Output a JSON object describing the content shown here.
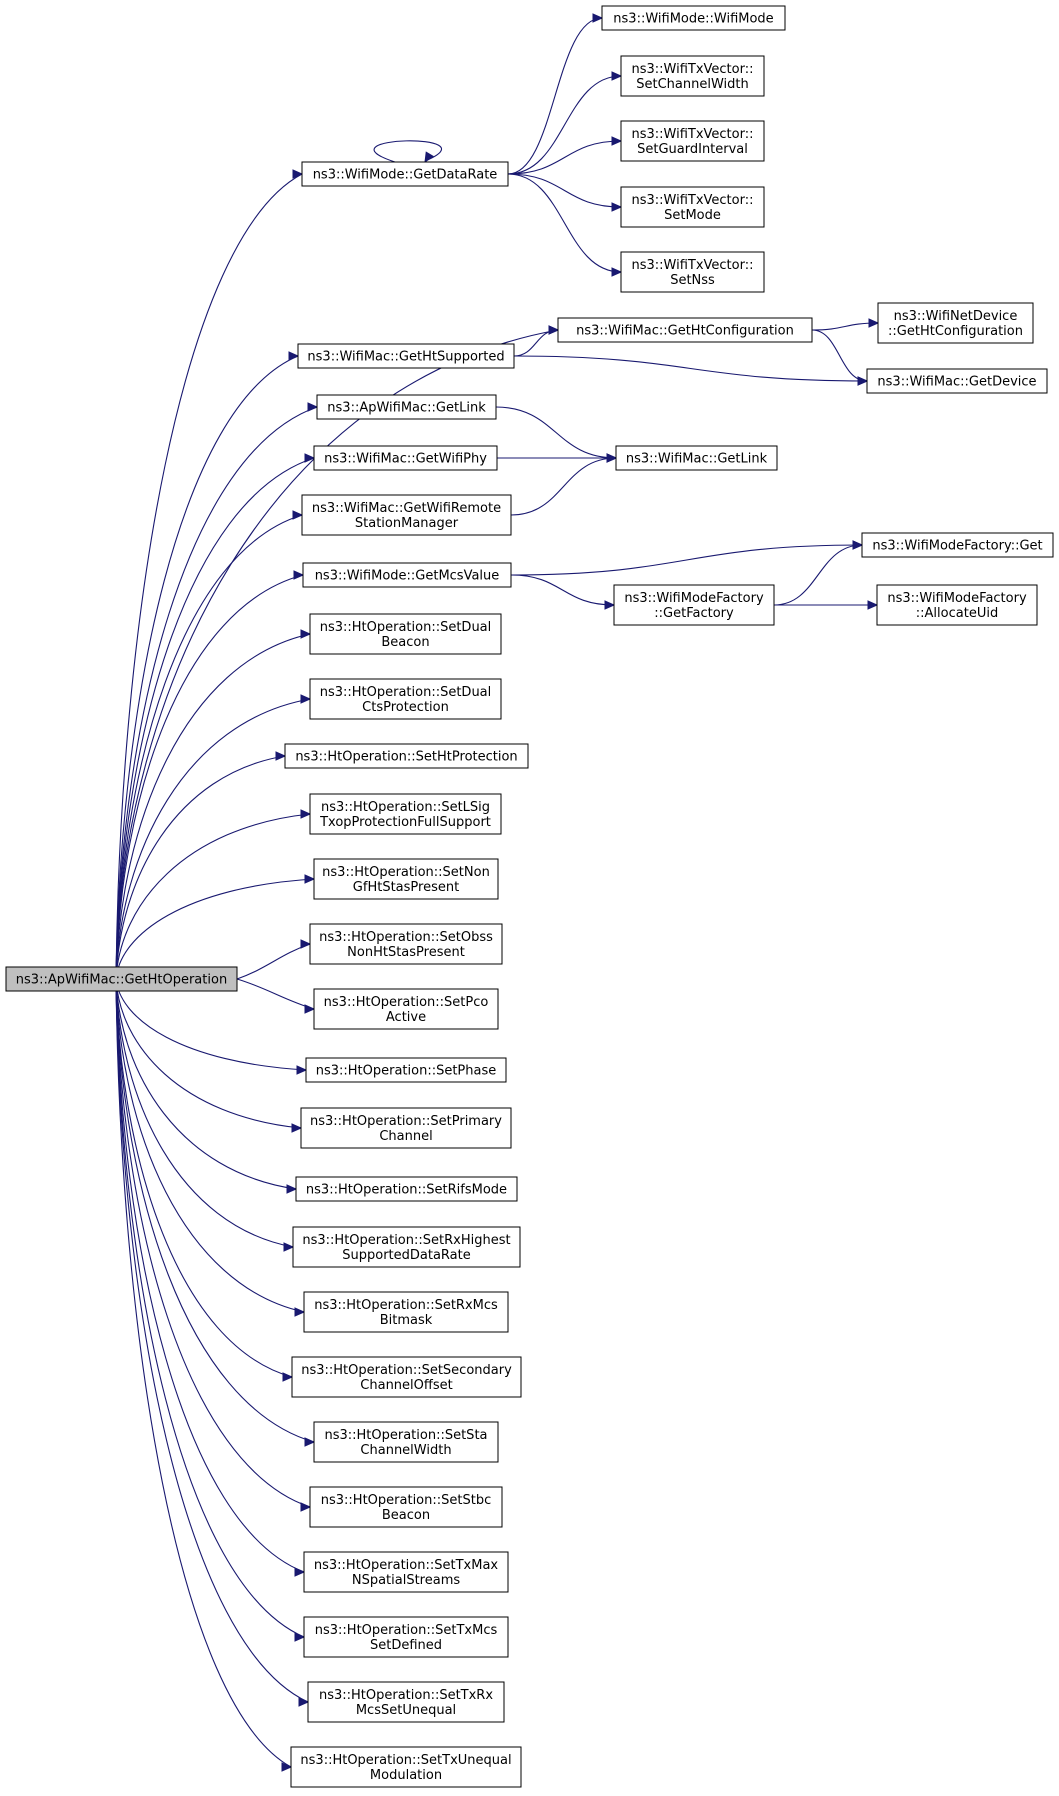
{
  "graph": {
    "edge_color": "#191970",
    "root_fill": "#bfbfbf",
    "nodes": [
      {
        "id": "root",
        "lines": [
          "ns3::ApWifiMac::GetHtOperation"
        ],
        "root": true
      },
      {
        "id": "getDataRate",
        "lines": [
          "ns3::WifiMode::GetDataRate"
        ]
      },
      {
        "id": "wifiMode",
        "lines": [
          "ns3::WifiMode::WifiMode"
        ]
      },
      {
        "id": "setChannelWidth",
        "lines": [
          "ns3::WifiTxVector::",
          "SetChannelWidth"
        ]
      },
      {
        "id": "setGuardInterval",
        "lines": [
          "ns3::WifiTxVector::",
          "SetGuardInterval"
        ]
      },
      {
        "id": "setMode",
        "lines": [
          "ns3::WifiTxVector::",
          "SetMode"
        ]
      },
      {
        "id": "setNss",
        "lines": [
          "ns3::WifiTxVector::",
          "SetNss"
        ]
      },
      {
        "id": "getHtConfiguration",
        "lines": [
          "ns3::WifiMac::GetHtConfiguration"
        ]
      },
      {
        "id": "netDevGetHtConfig",
        "lines": [
          "ns3::WifiNetDevice",
          "::GetHtConfiguration"
        ]
      },
      {
        "id": "getHtSupported",
        "lines": [
          "ns3::WifiMac::GetHtSupported"
        ]
      },
      {
        "id": "getDevice",
        "lines": [
          "ns3::WifiMac::GetDevice"
        ]
      },
      {
        "id": "apGetLink",
        "lines": [
          "ns3::ApWifiMac::GetLink"
        ]
      },
      {
        "id": "getWifiPhy",
        "lines": [
          "ns3::WifiMac::GetWifiPhy"
        ]
      },
      {
        "id": "getLink",
        "lines": [
          "ns3::WifiMac::GetLink"
        ]
      },
      {
        "id": "getRsm",
        "lines": [
          "ns3::WifiMac::GetWifiRemote",
          "StationManager"
        ]
      },
      {
        "id": "getMcsValue",
        "lines": [
          "ns3::WifiMode::GetMcsValue"
        ]
      },
      {
        "id": "factoryGet",
        "lines": [
          "ns3::WifiModeFactory::Get"
        ]
      },
      {
        "id": "getFactory",
        "lines": [
          "ns3::WifiModeFactory",
          "::GetFactory"
        ]
      },
      {
        "id": "allocateUid",
        "lines": [
          "ns3::WifiModeFactory",
          "::AllocateUid"
        ]
      },
      {
        "id": "setDualBeacon",
        "lines": [
          "ns3::HtOperation::SetDual",
          "Beacon"
        ]
      },
      {
        "id": "setDualCts",
        "lines": [
          "ns3::HtOperation::SetDual",
          "CtsProtection"
        ]
      },
      {
        "id": "setHtProtection",
        "lines": [
          "ns3::HtOperation::SetHtProtection"
        ]
      },
      {
        "id": "setLSig",
        "lines": [
          "ns3::HtOperation::SetLSig",
          "TxopProtectionFullSupport"
        ]
      },
      {
        "id": "setNonGf",
        "lines": [
          "ns3::HtOperation::SetNon",
          "GfHtStasPresent"
        ]
      },
      {
        "id": "setObss",
        "lines": [
          "ns3::HtOperation::SetObss",
          "NonHtStasPresent"
        ]
      },
      {
        "id": "setPco",
        "lines": [
          "ns3::HtOperation::SetPco",
          "Active"
        ]
      },
      {
        "id": "setPhase",
        "lines": [
          "ns3::HtOperation::SetPhase"
        ]
      },
      {
        "id": "setPrimary",
        "lines": [
          "ns3::HtOperation::SetPrimary",
          "Channel"
        ]
      },
      {
        "id": "setRifs",
        "lines": [
          "ns3::HtOperation::SetRifsMode"
        ]
      },
      {
        "id": "setRxHighest",
        "lines": [
          "ns3::HtOperation::SetRxHighest",
          "SupportedDataRate"
        ]
      },
      {
        "id": "setRxMcs",
        "lines": [
          "ns3::HtOperation::SetRxMcs",
          "Bitmask"
        ]
      },
      {
        "id": "setSecondary",
        "lines": [
          "ns3::HtOperation::SetSecondary",
          "ChannelOffset"
        ]
      },
      {
        "id": "setSta",
        "lines": [
          "ns3::HtOperation::SetSta",
          "ChannelWidth"
        ]
      },
      {
        "id": "setStbc",
        "lines": [
          "ns3::HtOperation::SetStbc",
          "Beacon"
        ]
      },
      {
        "id": "setTxMax",
        "lines": [
          "ns3::HtOperation::SetTxMax",
          "NSpatialStreams"
        ]
      },
      {
        "id": "setTxMcs",
        "lines": [
          "ns3::HtOperation::SetTxMcs",
          "SetDefined"
        ]
      },
      {
        "id": "setTxRx",
        "lines": [
          "ns3::HtOperation::SetTxRx",
          "McsSetUnequal"
        ]
      },
      {
        "id": "setTxUnequal",
        "lines": [
          "ns3::HtOperation::SetTxUnequal",
          "Modulation"
        ]
      }
    ],
    "edges": [
      {
        "from": "root",
        "to": "getDataRate"
      },
      {
        "from": "root",
        "to": "getHtConfiguration"
      },
      {
        "from": "root",
        "to": "getHtSupported"
      },
      {
        "from": "root",
        "to": "apGetLink"
      },
      {
        "from": "root",
        "to": "getWifiPhy"
      },
      {
        "from": "root",
        "to": "getRsm"
      },
      {
        "from": "root",
        "to": "getMcsValue"
      },
      {
        "from": "root",
        "to": "setDualBeacon"
      },
      {
        "from": "root",
        "to": "setDualCts"
      },
      {
        "from": "root",
        "to": "setHtProtection"
      },
      {
        "from": "root",
        "to": "setLSig"
      },
      {
        "from": "root",
        "to": "setNonGf"
      },
      {
        "from": "root",
        "to": "setObss"
      },
      {
        "from": "root",
        "to": "setPco"
      },
      {
        "from": "root",
        "to": "setPhase"
      },
      {
        "from": "root",
        "to": "setPrimary"
      },
      {
        "from": "root",
        "to": "setRifs"
      },
      {
        "from": "root",
        "to": "setRxHighest"
      },
      {
        "from": "root",
        "to": "setRxMcs"
      },
      {
        "from": "root",
        "to": "setSecondary"
      },
      {
        "from": "root",
        "to": "setSta"
      },
      {
        "from": "root",
        "to": "setStbc"
      },
      {
        "from": "root",
        "to": "setTxMax"
      },
      {
        "from": "root",
        "to": "setTxMcs"
      },
      {
        "from": "root",
        "to": "setTxRx"
      },
      {
        "from": "root",
        "to": "setTxUnequal"
      },
      {
        "from": "getDataRate",
        "to": "getDataRate"
      },
      {
        "from": "getDataRate",
        "to": "wifiMode"
      },
      {
        "from": "getDataRate",
        "to": "setChannelWidth"
      },
      {
        "from": "getDataRate",
        "to": "setGuardInterval"
      },
      {
        "from": "getDataRate",
        "to": "setMode"
      },
      {
        "from": "getDataRate",
        "to": "setNss"
      },
      {
        "from": "getHtSupported",
        "to": "getHtConfiguration"
      },
      {
        "from": "getHtSupported",
        "to": "getDevice"
      },
      {
        "from": "getHtConfiguration",
        "to": "netDevGetHtConfig"
      },
      {
        "from": "getHtConfiguration",
        "to": "getDevice"
      },
      {
        "from": "apGetLink",
        "to": "getLink"
      },
      {
        "from": "getWifiPhy",
        "to": "getLink"
      },
      {
        "from": "getRsm",
        "to": "getLink"
      },
      {
        "from": "getMcsValue",
        "to": "factoryGet"
      },
      {
        "from": "getMcsValue",
        "to": "getFactory"
      },
      {
        "from": "getFactory",
        "to": "factoryGet"
      },
      {
        "from": "getFactory",
        "to": "allocateUid"
      }
    ]
  }
}
